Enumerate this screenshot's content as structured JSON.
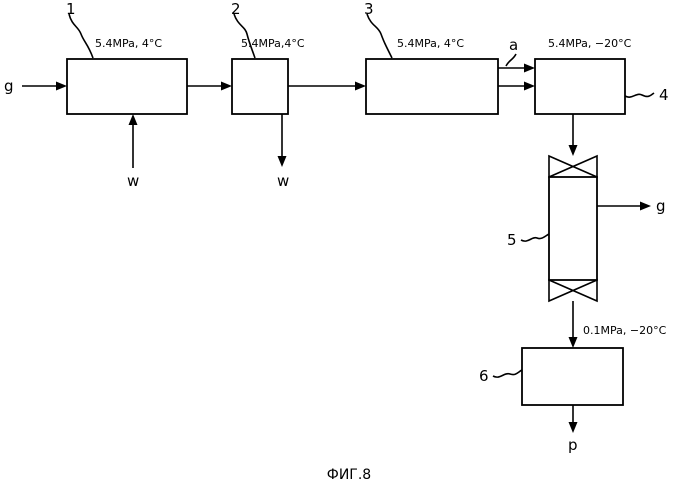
{
  "figure": {
    "caption": "ФИГ.8",
    "units": [
      {
        "number": "1",
        "conditions": "5.4MPa, 4°C"
      },
      {
        "number": "2",
        "conditions": "5.4MPa,4°C"
      },
      {
        "number": "3",
        "conditions": "5.4MPa, 4°C"
      },
      {
        "number": "4",
        "conditions": "5.4MPa, −20°C"
      },
      {
        "number": "5"
      },
      {
        "number": "6",
        "conditions": "0.1MPa, −20°C"
      }
    ],
    "streams": {
      "gas_in": "g",
      "water_1": "w",
      "water_2": "w",
      "additive": "a",
      "gas_out": "g",
      "product": "p"
    }
  }
}
